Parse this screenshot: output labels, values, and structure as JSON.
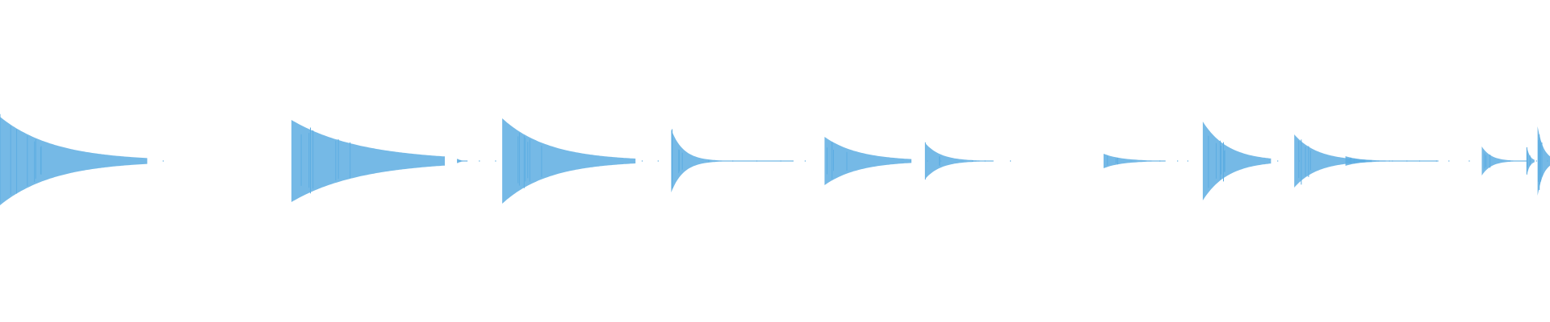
{
  "waveform": {
    "color": "#5dade2",
    "background": "#ffffff",
    "transients": [
      {
        "onset": 0.0,
        "peak": 0.55,
        "decay": 0.035,
        "tail_end": 0.095
      },
      {
        "onset": 0.188,
        "peak": 0.51,
        "decay": 0.045,
        "tail_end": 0.287
      },
      {
        "onset": 0.295,
        "peak": 0.03,
        "decay": 0.002,
        "tail_end": 0.301
      },
      {
        "onset": 0.324,
        "peak": 0.53,
        "decay": 0.03,
        "tail_end": 0.41
      },
      {
        "onset": 0.433,
        "peak": 0.39,
        "decay": 0.008,
        "tail_end": 0.512
      },
      {
        "onset": 0.532,
        "peak": 0.3,
        "decay": 0.022,
        "tail_end": 0.588
      },
      {
        "onset": 0.597,
        "peak": 0.22,
        "decay": 0.01,
        "tail_end": 0.641
      },
      {
        "onset": 0.712,
        "peak": 0.09,
        "decay": 0.012,
        "tail_end": 0.752
      },
      {
        "onset": 0.776,
        "peak": 0.49,
        "decay": 0.016,
        "tail_end": 0.82
      },
      {
        "onset": 0.835,
        "peak": 0.33,
        "decay": 0.015,
        "tail_end": 0.928
      },
      {
        "onset": 0.868,
        "peak": 0.06,
        "decay": 0.01,
        "tail_end": 0.885
      },
      {
        "onset": 0.956,
        "peak": 0.18,
        "decay": 0.006,
        "tail_end": 0.985
      },
      {
        "onset": 0.985,
        "peak": 0.18,
        "decay": 0.002,
        "tail_end": 0.99
      },
      {
        "onset": 0.992,
        "peak": 0.43,
        "decay": 0.004,
        "tail_end": 1.0
      }
    ]
  }
}
